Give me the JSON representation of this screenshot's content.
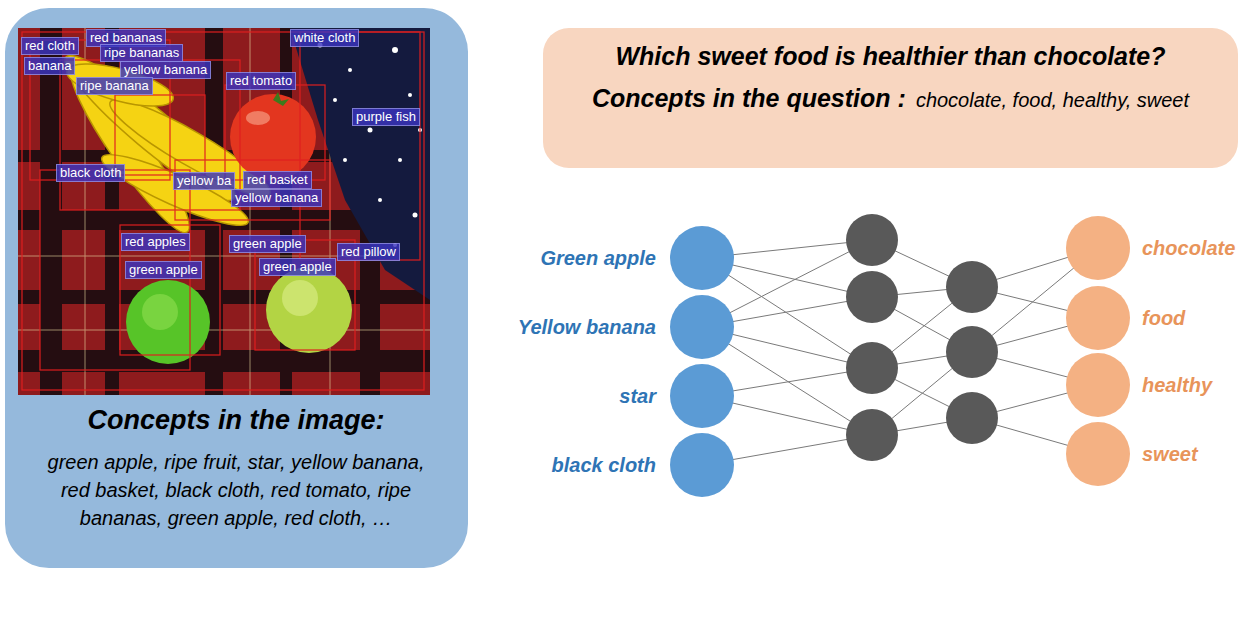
{
  "diagram": {
    "nodes": [
      {
        "text": [
          "Concepts in the image:",
          "green apple, ripe fruit, star, yellow banana, red basket, black cloth, red tomato, ripe bananas, green apple, red cloth, …"
        ]
      },
      {
        "text": [
          "Which sweet food is healthier than chocolate?",
          "Concepts in the question :",
          "chocolate, food, healthy, sweet"
        ]
      },
      {
        "text": [
          "Green apple"
        ]
      },
      {
        "text": [
          "Yellow banana"
        ]
      },
      {
        "text": [
          "star"
        ]
      },
      {
        "text": [
          "black cloth"
        ]
      },
      {
        "text": [
          "chocolate"
        ]
      },
      {
        "text": [
          "food"
        ]
      },
      {
        "text": [
          "healthy"
        ]
      },
      {
        "text": [
          "sweet"
        ]
      }
    ],
    "labels": [
      "red cloth",
      "red bananas",
      "ripe bananas",
      "banana",
      "yellow banana",
      "ripe banana",
      "white cloth",
      "red tomato",
      "purple fish",
      "black cloth",
      "yellow ba",
      "red basket",
      "yellow banana",
      "red apples",
      "green apple",
      "red pillow",
      "green apple",
      "green apple"
    ]
  }
}
